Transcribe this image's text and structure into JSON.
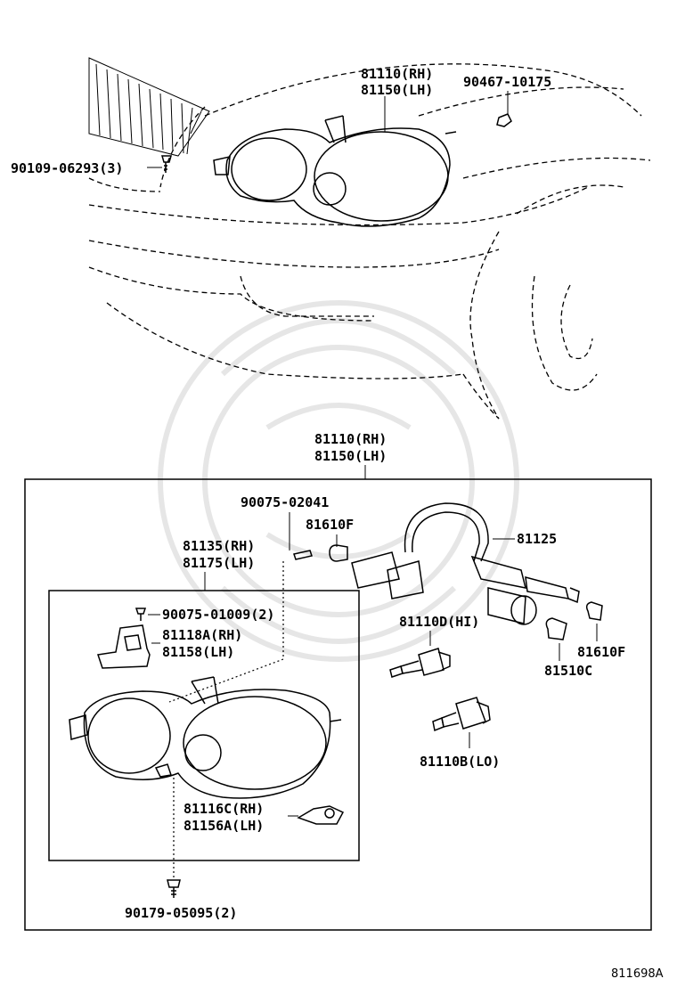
{
  "diagram": {
    "figure_id": "811698A",
    "upper_view": {
      "headlamp_rh": "81110(RH)",
      "headlamp_lh": "81150(LH)",
      "nut": "90467-10175",
      "bolt": "90109-06293(3)"
    },
    "assembly_header": {
      "rh": "81110(RH)",
      "lh": "81150(LH)"
    },
    "parts": {
      "screw_top": "90075-02041",
      "bulb_f_upper": "81610F",
      "socket_wire": "81125",
      "housing_rh": "81135(RH)",
      "housing_lh": "81175(LH)",
      "screw_small": "90075-01009(2)",
      "bracket_rh": "81118A(RH)",
      "bracket_lh": "81158(LH)",
      "bulb_hi": "81110D(HI)",
      "bulb_f_right": "81610F",
      "bulb_c": "81510C",
      "bulb_lo": "81110B(LO)",
      "adjuster_rh": "81116C(RH)",
      "adjuster_lh": "81156A(LH)",
      "screw_bottom": "90179-05095(2)"
    }
  }
}
